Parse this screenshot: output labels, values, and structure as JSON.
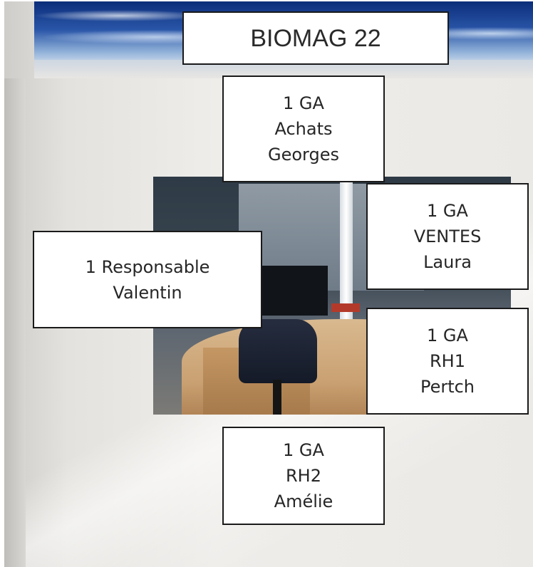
{
  "title": "BIOMAG 22",
  "boxes": {
    "achats": {
      "line1": "1 GA",
      "line2": "Achats",
      "line3": "Georges"
    },
    "ventes": {
      "line1": "1 GA",
      "line2": "VENTES",
      "line3": "Laura"
    },
    "responsable": {
      "line1": "1 Responsable",
      "line2": "Valentin"
    },
    "rh1": {
      "line1": "1 GA",
      "line2": "RH1",
      "line3": "Pertch"
    },
    "rh2": {
      "line1": "1 GA",
      "line2": "RH2",
      "line3": "Amélie"
    }
  }
}
